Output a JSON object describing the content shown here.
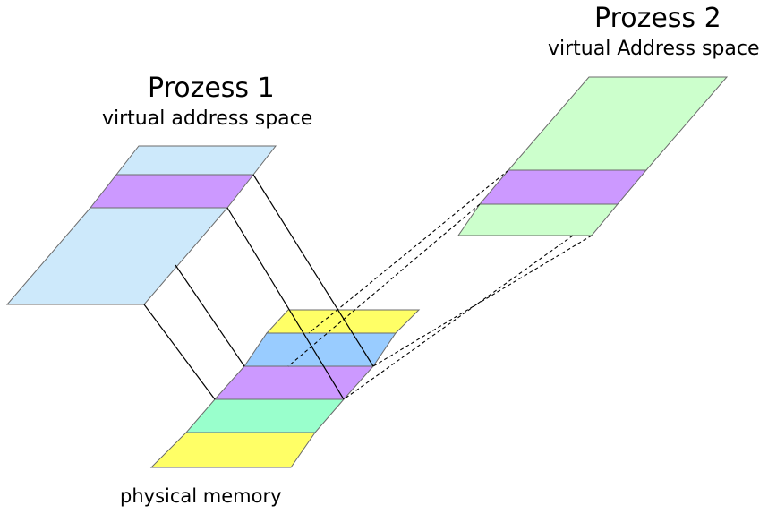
{
  "process1": {
    "title": "Prozess 1",
    "subtitle": "virtual address space"
  },
  "process2": {
    "title": "Prozess 2",
    "subtitle": "virtual Address space"
  },
  "physical": {
    "caption": "physical memory"
  },
  "colors": {
    "process1_space": "#cde9fb",
    "process2_space": "#ccffcc",
    "shared_page": "#cc99ff",
    "phys_yellow": "#ffff66",
    "phys_blue": "#99ccff",
    "phys_mint": "#99ffcc",
    "border": "#6b6b6b",
    "solid_mapping": "#000000",
    "dashed_mapping": "#000000"
  }
}
